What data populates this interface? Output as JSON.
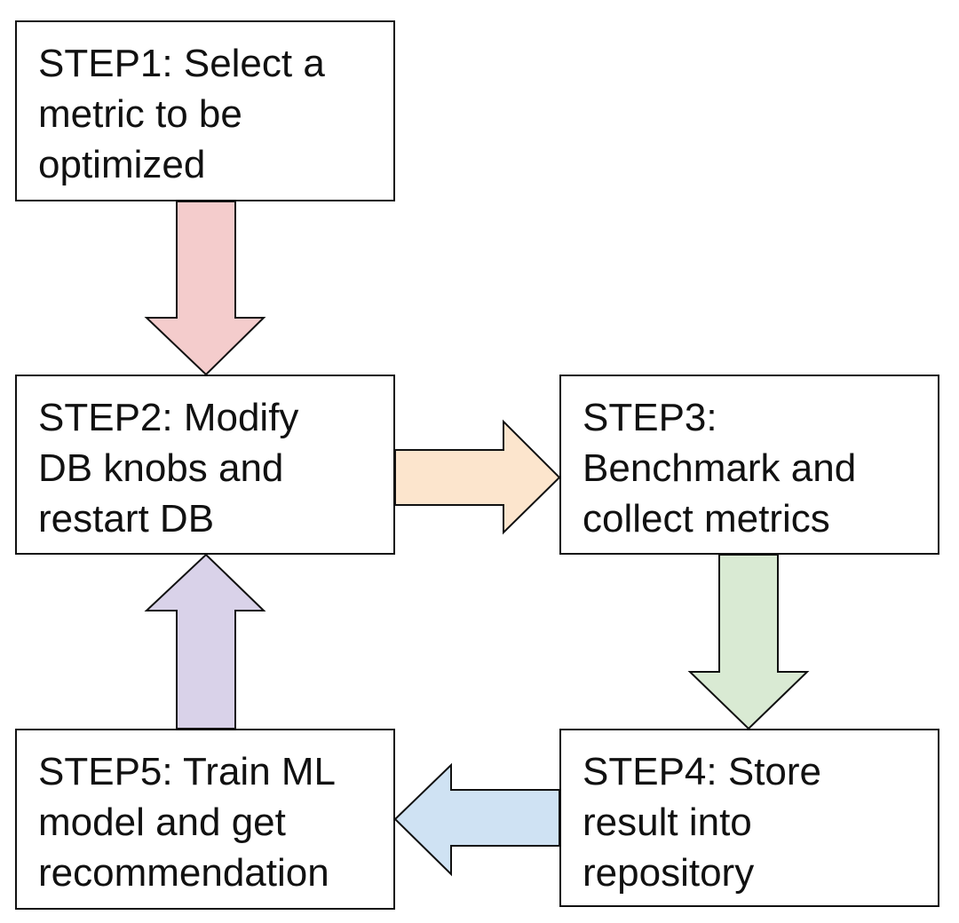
{
  "steps": [
    {
      "id": "step1",
      "text": "STEP1: Select a\nmetric to be\noptimized"
    },
    {
      "id": "step2",
      "text": "STEP2: Modify\nDB knobs and\nrestart DB"
    },
    {
      "id": "step3",
      "text": "STEP3:\nBenchmark and\ncollect metrics"
    },
    {
      "id": "step4",
      "text": "STEP4: Store\nresult into\nrepository"
    },
    {
      "id": "step5",
      "text": "STEP5: Train ML\nmodel and get\nrecommendation"
    }
  ],
  "arrows": [
    {
      "from": "step1",
      "to": "step2",
      "direction": "down",
      "color": "#f4cccc"
    },
    {
      "from": "step2",
      "to": "step3",
      "direction": "right",
      "color": "#fce5cd"
    },
    {
      "from": "step3",
      "to": "step4",
      "direction": "down",
      "color": "#d9ead3"
    },
    {
      "from": "step4",
      "to": "step5",
      "direction": "left",
      "color": "#cfe2f3"
    },
    {
      "from": "step5",
      "to": "step2",
      "direction": "up",
      "color": "#d9d2e9"
    }
  ]
}
